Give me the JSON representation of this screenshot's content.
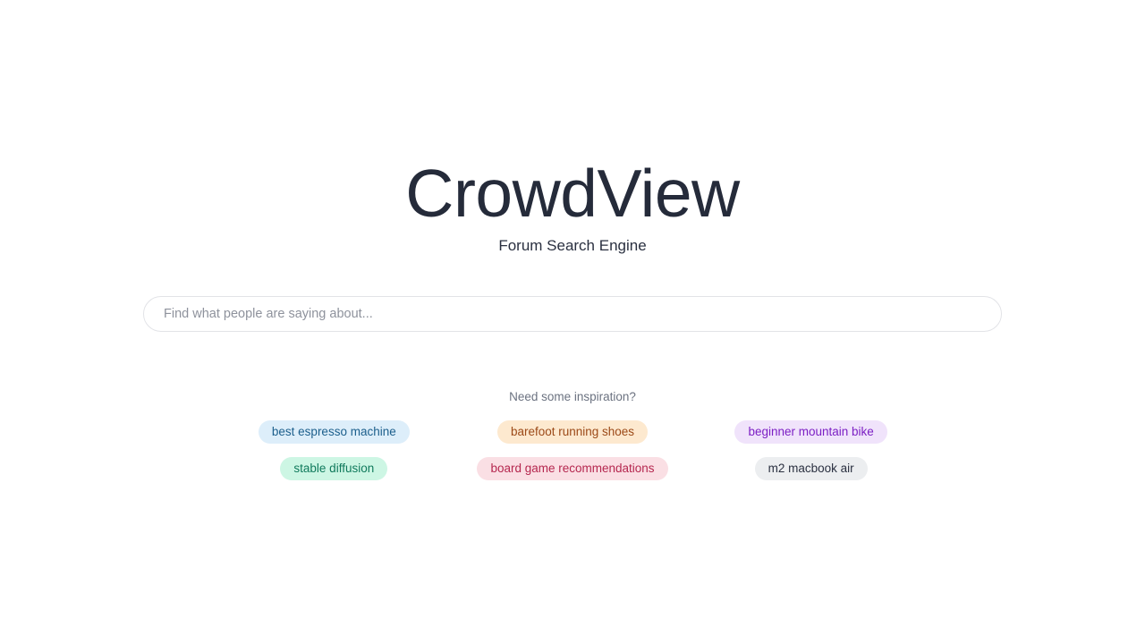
{
  "brand": {
    "title": "CrowdView",
    "subtitle": "Forum Search Engine",
    "title_color": "#252b3a"
  },
  "search": {
    "placeholder": "Find what people are saying about...",
    "value": "",
    "border_color": "#e2e3e7"
  },
  "inspiration": {
    "label": "Need some inspiration?",
    "label_color": "#6b7280",
    "chips": [
      {
        "label": "best espresso machine",
        "bg": "#ddeefa",
        "fg": "#1c5f8c"
      },
      {
        "label": "barefoot running shoes",
        "bg": "#fde9cf",
        "fg": "#9c4a18"
      },
      {
        "label": "beginner mountain bike",
        "bg": "#f0e3fb",
        "fg": "#7c1fc4"
      },
      {
        "label": "stable diffusion",
        "bg": "#cdf6e4",
        "fg": "#107a5c"
      },
      {
        "label": "board game recommendations",
        "bg": "#fadfe4",
        "fg": "#b5274f"
      },
      {
        "label": "m2 macbook air",
        "bg": "#eceef0",
        "fg": "#2a3040"
      }
    ]
  }
}
